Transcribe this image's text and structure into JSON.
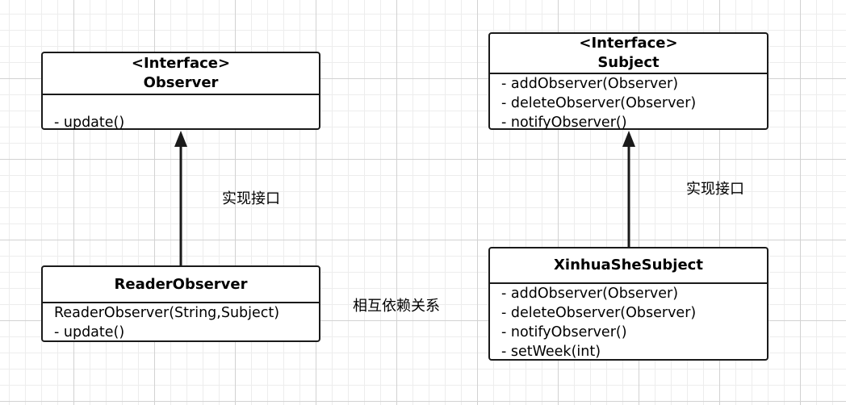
{
  "observer": {
    "stereotype": "<Interface>",
    "name": "Observer",
    "methods": [
      "- update()"
    ]
  },
  "subject": {
    "stereotype": "<Interface>",
    "name": "Subject",
    "methods": [
      "- addObserver(Observer)",
      "- deleteObserver(Observer)",
      "- notifyObserver()"
    ]
  },
  "reader_observer": {
    "name": "ReaderObserver",
    "methods": [
      "ReaderObserver(String,Subject)",
      "- update()"
    ]
  },
  "xinhua_subject": {
    "name": "XinhuaSheSubject",
    "methods": [
      "- addObserver(Observer)",
      "- deleteObserver(Observer)",
      "- notifyObserver()",
      "- setWeek(int)"
    ]
  },
  "labels": {
    "implements_left": "实现接口",
    "implements_right": "实现接口",
    "mutual_dependency": "相互依赖关系"
  },
  "colors": {
    "line": "#1a1a1a",
    "grid_major": "#d2d2d2",
    "grid_minor": "#ededed"
  }
}
